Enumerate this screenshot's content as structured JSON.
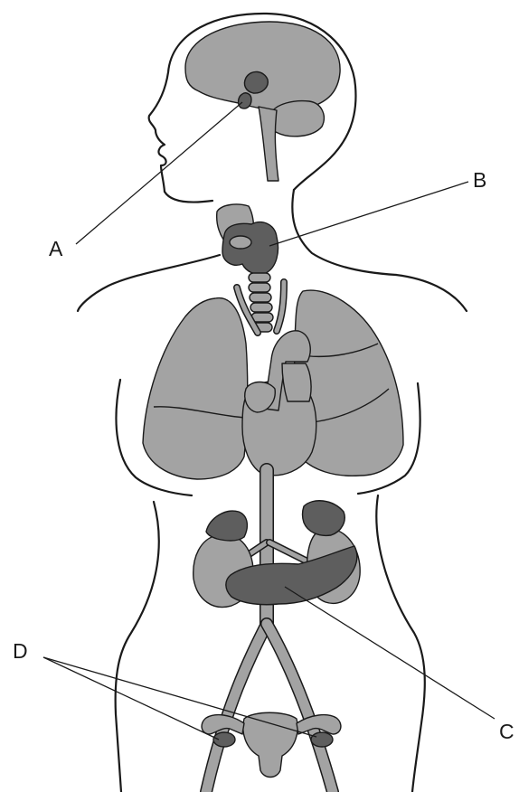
{
  "colors": {
    "outline": "#1a1a1a",
    "organ_light": "#a3a3a3",
    "organ_dark": "#5e5e5e",
    "background": "#ffffff"
  },
  "labels": {
    "a": "A",
    "b": "B",
    "c": "C",
    "d": "D"
  }
}
